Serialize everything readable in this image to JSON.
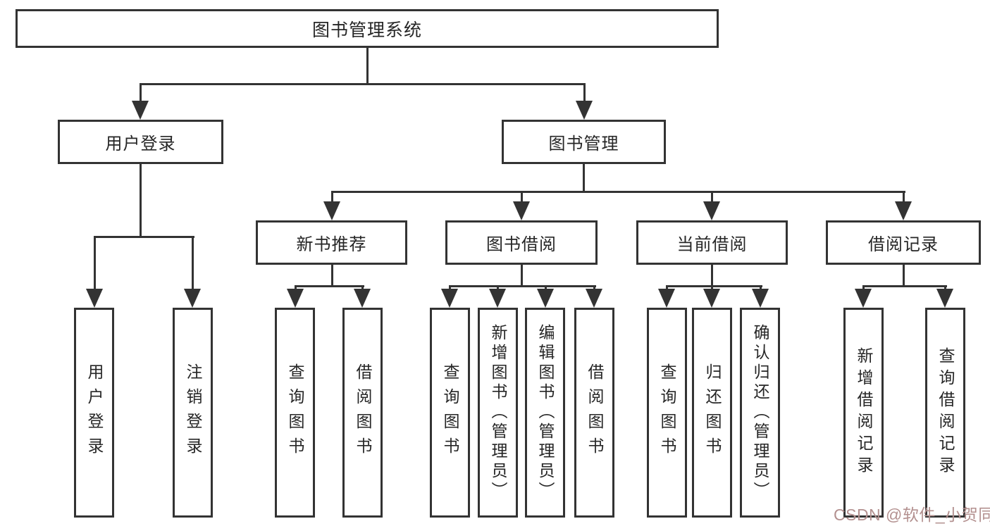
{
  "diagram": {
    "root_label": "图书管理系统",
    "branches": {
      "user_login": {
        "label": "用户登录",
        "leaves": [
          "用户登录",
          "注销登录"
        ]
      },
      "book_mgmt": {
        "label": "图书管理",
        "groups": [
          {
            "label": "新书推荐",
            "leaves": [
              "查询图书",
              "借阅图书"
            ]
          },
          {
            "label": "图书借阅",
            "leaves": [
              "查询图书",
              "新增图书（管理员）",
              "编辑图书（管理员）",
              "借阅图书"
            ]
          },
          {
            "label": "当前借阅",
            "leaves": [
              "查询图书",
              "归还图书",
              "确认归还（管理员）"
            ]
          },
          {
            "label": "借阅记录",
            "leaves": [
              "新增借阅记录",
              "查询借阅记录"
            ]
          }
        ]
      }
    }
  },
  "watermark": "CSDN @软件_小贺同学",
  "colors": {
    "line": "#333333",
    "text": "#262626",
    "watermark": "#b3908f"
  }
}
